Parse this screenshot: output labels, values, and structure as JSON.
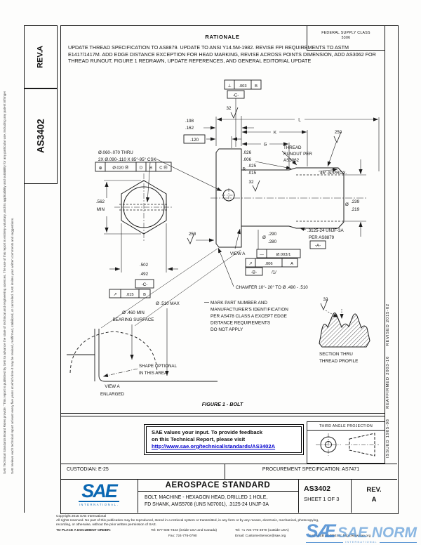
{
  "sidebar": {
    "rev_label": "REV.",
    "rev_value": "A",
    "doc_number": "AS3402"
  },
  "margins": {
    "left_col1": "SAE Technical Standards Board Rules provide: \"This report is published by SAE to advance the state of technical and engineering sciences. The use of this report is entirely voluntary, and its applicability and suitability for any particular use, including any patent infringement arising therefrom, is the sole responsibility of the user.\"",
    "left_col2": "SAE reviews each technical report at least every five years at which time it may be revised, reaffirmed, stabilized, or cancelled. SAE invites your written comments and suggestions.",
    "revision_history": "ISSUED 1985-08      REAFFIRMED 2003-10      REVISED 2015-02"
  },
  "header": {
    "fsc_line1": "FEDERAL SUPPLY CLASS",
    "fsc_line2": "5306"
  },
  "rationale": {
    "title": "RATIONALE",
    "body": "UPDATE THREAD SPECIFICATION TO AS8879. UPDATE TO ANSI Y14.5M-1982. REVISE FPI REQUIREMENTS TO ASTM E1417/1417M. ADD EDGE DISTANCE EXCEPTION FOR HEAD MARKING, REVISE ACROSS POINTS DIMENSION, ADD AS3062 FOR THREAD RUNOUT, FIGURE 1 REDRAWN, UPDATE REFERENCES, AND GENERAL EDITORIAL UPDATE"
  },
  "figure": {
    "caption": "FIGURE 1 - BOLT",
    "labels": {
      "drill_note_1": "Ø.060-.070 THRU",
      "drill_note_2": "2X Ø.090-.110 X 85°-95° CSK",
      "pos_sym": "⊕",
      "pos_tol": "Ø.020 Ⓜ",
      "pos_d1": "D",
      "pos_d2": "B",
      "pos_d3": "C Ⓜ",
      "hex_ac_1": ".562",
      "hex_ac_2": "MIN",
      "hex_af_1": ".502",
      "hex_af_2": ".492",
      "datum_c": "-C-",
      "hex_runout_sym": "↗",
      "hex_runout_tol": ".015",
      "hex_runout_datum": "B",
      "perp_sym": "⊥",
      "perp_tol": ".003",
      "perp_datum": "B",
      "finish_32": "32",
      "finish_250": "250",
      "head_h_1": ".198",
      "head_h_2": ".162",
      "dim_120": ".120",
      "dim_L": "L",
      "dim_K": "K",
      "dim_G": "G",
      "runout_len_1": ".026",
      "runout_len_2": ".006",
      "fillet_r": "R",
      "fillet_1": ".025",
      "fillet_2": ".015",
      "thread_runout_1": "THREAD",
      "thread_runout_2": "RUNOUT PER",
      "thread_runout_3": "AS3062",
      "approx_45": "45° APPROX.",
      "dia": "Ø",
      "minor_1": ".239",
      "minor_2": ".219",
      "thread_callout": ".3125-24 UNJF-3A",
      "thread_spec": "PER AS8879",
      "datum_a": "-A-",
      "shank_1": ".290",
      "shank_2": ".280",
      "straight_sym": "—",
      "straight_tol": "Ø.003/1",
      "runout2_sym": "↗",
      "runout2_tol": ".006",
      "runout2_datum": "A",
      "datum_b": "-B-",
      "per_unit": "/1/",
      "chamfer_note": "CHAMFER 10°- 20° TO Ø .490 - .510",
      "view_a": "VIEW A",
      "mark_1": "MARK PART NUMBER AND",
      "mark_2": "MANUFACTURER'S IDENTIFICATION",
      "mark_3": "PER AS478 CLASS A EXCEPT EDGE",
      "mark_4": "DISTANCE REQUIREMENTS",
      "mark_5": "DO NOT APPLY",
      "section_1": "SECTION THRU",
      "section_2": "THREAD PROFILE",
      "dia_510": "Ø .510 MAX",
      "bearing_1": "Ø .460 MIN",
      "bearing_2": "BEARING SURFACE",
      "shape_1": "SHAPE OPTIONAL",
      "shape_2": "IN THIS AREA",
      "view_a_enl_1": "VIEW A",
      "view_a_enl_2": "ENLARGED"
    }
  },
  "feedback": {
    "line1": "SAE values your input. To provide feedback",
    "line2": "on this Technical Report, please visit",
    "link": "http://www.sae.org/technical/standards/AS3402A"
  },
  "projection": {
    "title": "THIRD ANGLE PROJECTION"
  },
  "info_row": {
    "custodian": "CUSTODIAN: E-25",
    "procurement": "PROCUREMENT SPECIFICATION: AS7471"
  },
  "title_block": {
    "logo": "SAE",
    "logo_sub": "INTERNATIONAL.",
    "type": "AEROSPACE STANDARD",
    "desc1": "BOLT, MACHINE - HEXAGON HEAD, DRILLED 1 HOLE,",
    "desc2": "FD SHANK, AMS5708 (UNS N07001), .3125-24 UNJF-3A",
    "doc_number": "AS3402",
    "sheet": "SHEET 1 OF 3",
    "rev_label": "REV.",
    "rev_value": "A"
  },
  "footer": {
    "copyright": "Copyright 2015 SAE International",
    "rights1": "All rights reserved. No part of this publication may be reproduced, stored in a retrieval system or transmitted, in any form or by any means, electronic, mechanical, photocopying,",
    "rights2": "recording, or otherwise, without the prior written permission of SAE.",
    "order_label": "TO PLACE A DOCUMENT ORDER:",
    "tel_inside": "Tel: 877-606-7323 (inside USA and Canada)",
    "tel_outside": "Tel: +1 724-776-4970 (outside USA)",
    "fax": "Fax: 724-776-0790",
    "email": "Email: CustomerService@sae.org",
    "web": "SAE WEB ADDRESS: http://www.sae.org"
  },
  "watermark": {
    "logo": "SÆ",
    "text": "SAE NORM",
    "sub": "INTERNATIONAL"
  },
  "colors": {
    "accent_blue": "#0a67b2",
    "link_blue": "#0000cd",
    "watermark_blue": "#3c82cd"
  }
}
